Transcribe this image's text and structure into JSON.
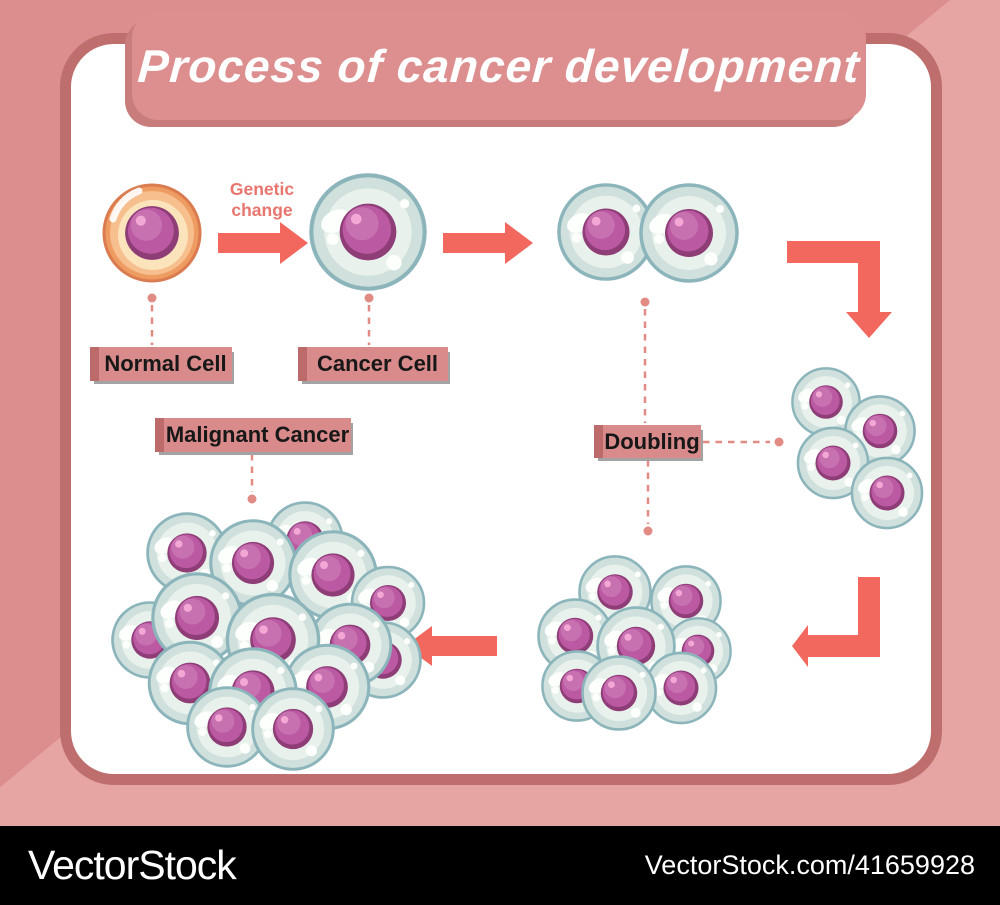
{
  "title": "Process of cancer development",
  "labels": {
    "normal_cell": "Normal Cell",
    "cancer_cell": "Cancer Cell",
    "malignant_cancer": "Malignant Cancer",
    "doubling": "Doubling",
    "genetic_change": "Genetic change"
  },
  "stages": [
    {
      "name": "Normal Cell",
      "cell_count": 1
    },
    {
      "name": "Cancer Cell",
      "cell_count": 1
    },
    {
      "name": "Doubling",
      "cell_count": 2
    },
    {
      "name": "Doubling",
      "cell_count": 4
    },
    {
      "name": "Doubling",
      "cell_count": 8
    },
    {
      "name": "Malignant Cancer",
      "cell_count": 16
    }
  ],
  "footer": {
    "brand": "VectorStock",
    "credit": "VectorStock.com/41659928"
  },
  "colors": {
    "background": "#dc8d8d",
    "background_light": "#e6a5a3",
    "panel_border": "#bf6e6e",
    "banner": "#dd8e8e",
    "arrow": "#f2685e",
    "label_box": "#d98a8a",
    "label_edge": "#bd6a6a",
    "label_text": "#171717",
    "dashed_line": "#e28b85",
    "cell_membrane": "#8cb5bb",
    "cell_body": "#cfe0dd",
    "nucleus_dark": "#8e3d77",
    "nucleus": "#bb59a3",
    "normal_cell_body": "#ef9c63"
  }
}
